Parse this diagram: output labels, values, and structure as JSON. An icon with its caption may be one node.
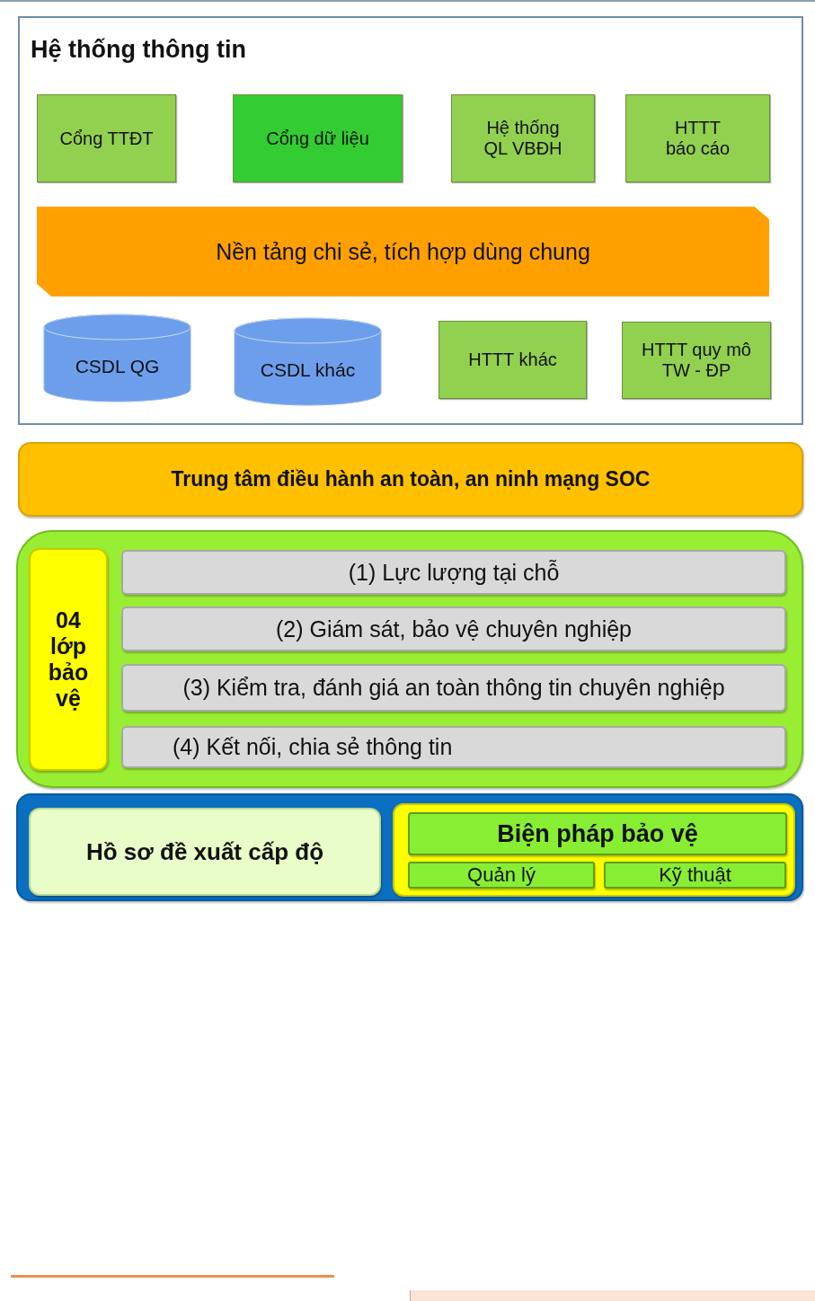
{
  "diagram": {
    "nodes": [
      {
        "text": [
          "Hệ thống thông tin"
        ]
      },
      {
        "text": [
          "Cổng TTĐT"
        ],
        "in": 0
      },
      {
        "text": [
          "Cổng dữ liệu"
        ],
        "in": 0
      },
      {
        "text": [
          "Hệ thống QL VBĐH"
        ],
        "in": 0
      },
      {
        "text": [
          "HTTT báo cáo"
        ],
        "in": 0
      },
      {
        "text": [
          "Nền tảng chi sẻ, tích hợp dùng chung"
        ],
        "in": 0
      },
      {
        "text": [
          "CSDL QG"
        ],
        "in": 0
      },
      {
        "text": [
          "CSDL khác"
        ],
        "in": 0
      },
      {
        "text": [
          "HTTT khác"
        ],
        "in": 0
      },
      {
        "text": [
          "HTTT quy mô TW - ĐP"
        ],
        "in": 0
      },
      {
        "text": [
          "Trung tâm điều hành an toàn, an ninh mạng SOC"
        ]
      },
      {
        "text": [],
        "shape": "box"
      },
      {
        "text": [
          "04 lớp bảo vệ"
        ],
        "in": 11
      },
      {
        "text": [
          "(1) Lực lượng tại chỗ"
        ],
        "in": 11
      },
      {
        "text": [
          "(2) Giám sát, bảo vệ chuyên nghiệp"
        ],
        "in": 11
      },
      {
        "text": [
          "(3) Kiểm tra, đánh giá an toàn thông tin chuyên nghiệp"
        ],
        "in": 11
      },
      {
        "text": [
          "(4) Kết nối, chia sẻ thông tin"
        ],
        "in": 11
      },
      {
        "text": [],
        "shape": "box"
      },
      {
        "text": [
          "Hồ sơ đề xuất cấp độ"
        ],
        "in": 17
      },
      {
        "text": [],
        "shape": "box",
        "in": 17
      },
      {
        "text": [
          "Biện pháp bảo vệ"
        ],
        "in": 19
      },
      {
        "text": [
          "Quản lý"
        ],
        "in": 19
      },
      {
        "text": [
          "Kỹ thuật"
        ],
        "in": 19
      }
    ]
  }
}
